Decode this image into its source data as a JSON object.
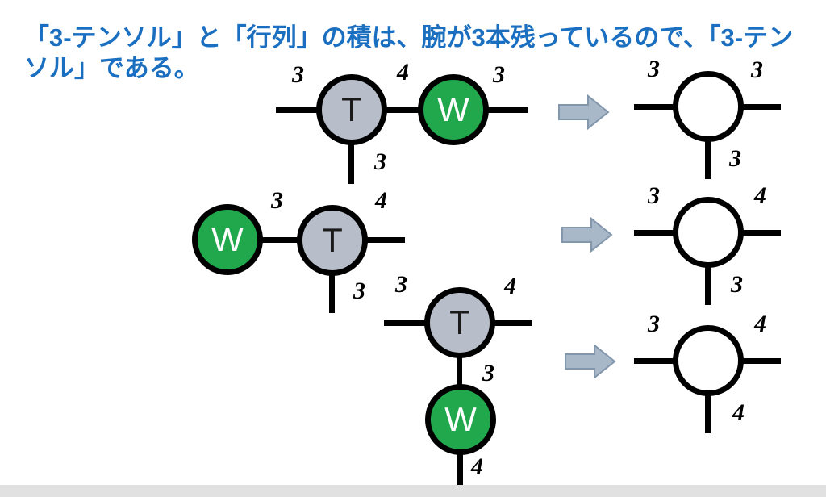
{
  "slide": {
    "title": "「3-テンソル」と「行列」の積は、腕が3本残っているので、「3-テンソル」である。",
    "title_color": "#1a6fc0"
  },
  "colors": {
    "tensor_node_fill": "#b7bec9",
    "matrix_node_fill": "#21a84d",
    "result_node_fill": "#ffffff",
    "edge_color": "#000000",
    "arrow_fill": "#a9b8c8",
    "arrow_border": "#8296ac",
    "bottom_bar": "#e1e1e1"
  },
  "icons": {
    "arrow": "right-block-arrow-icon"
  },
  "rows": [
    {
      "expression": {
        "t_label": "T",
        "w_label": "W",
        "left_leg": "3",
        "bond": "4",
        "right_leg": "3",
        "bottom_leg": "3"
      },
      "result": {
        "left_leg": "3",
        "right_leg": "3",
        "bottom_leg": "3"
      }
    },
    {
      "expression": {
        "w_label": "W",
        "t_label": "T",
        "bond": "3",
        "right_leg": "4",
        "bottom_leg": "3"
      },
      "result": {
        "left_leg": "3",
        "right_leg": "4",
        "bottom_leg": "3"
      }
    },
    {
      "expression": {
        "t_label": "T",
        "w_label": "W",
        "left_leg": "3",
        "right_leg": "4",
        "bond": "3",
        "w_bottom_leg": "4"
      },
      "result": {
        "left_leg": "3",
        "right_leg": "4",
        "bottom_leg": "4"
      }
    }
  ]
}
